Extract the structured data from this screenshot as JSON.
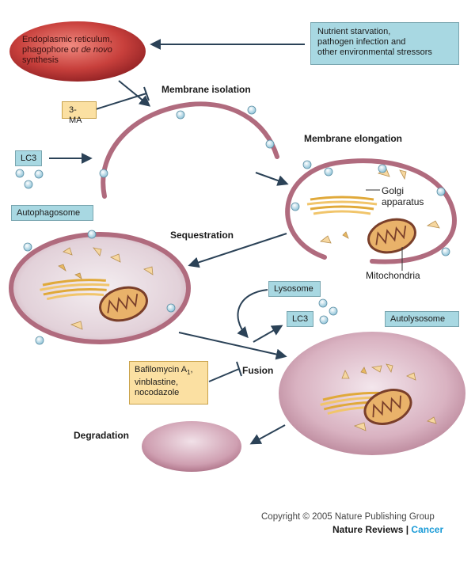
{
  "er": {
    "line1": "Endoplasmic reticulum,",
    "line2a": "phagophore or ",
    "line2b": "de novo",
    "line3": "synthesis"
  },
  "stress": {
    "line1": "Nutrient starvation,",
    "line2": "pathogen infection and",
    "line3": "other environmental stressors"
  },
  "stages": {
    "membrane_isolation": "Membrane isolation",
    "membrane_elongation": "Membrane elongation",
    "sequestration": "Sequestration",
    "fusion": "Fusion",
    "degradation": "Degradation"
  },
  "inhibitors": {
    "three_ma": "3-MA",
    "bafilomycin_line1": "Bafilomycin A",
    "bafilomycin_sub": "1",
    "bafilomycin_line1_tail": ",",
    "bafilomycin_line2": "vinblastine,",
    "bafilomycin_line3": "nocodazole"
  },
  "boxes": {
    "lc3_left": "LC3",
    "autophagosome": "Autophagosome",
    "lysosome": "Lysosome",
    "lc3_right": "LC3",
    "autolysosome": "Autolysosome"
  },
  "organelles": {
    "golgi_line1": "Golgi",
    "golgi_line2": "apparatus",
    "mitochondria": "Mitochondria"
  },
  "footer": {
    "copyright": "Copyright © 2005 Nature Publishing Group",
    "journal": "Nature Reviews",
    "separator": "|",
    "section": "Cancer"
  },
  "colors": {
    "membrane": "#b06b7e",
    "er_fill": "#c0393b",
    "lc3_dot": "#bfe0ec",
    "box_blue": "#a8d8e2",
    "box_yellow": "#fbe0a2",
    "cancer": "#1a9bd7"
  }
}
